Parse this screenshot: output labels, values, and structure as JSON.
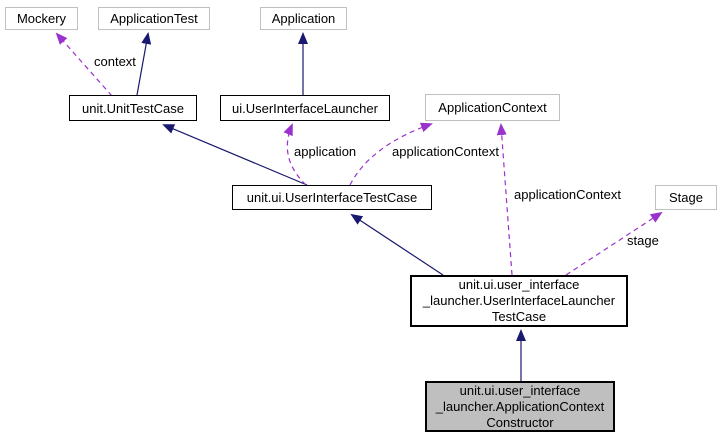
{
  "diagram": {
    "type": "collaboration-graph",
    "nodes": {
      "mockery": {
        "label": "Mockery"
      },
      "application_test": {
        "label": "ApplicationTest"
      },
      "application": {
        "label": "Application"
      },
      "unit_test_case": {
        "label": "unit.UnitTestCase"
      },
      "ui_launcher": {
        "label": "ui.UserInterfaceLauncher"
      },
      "application_context": {
        "label": "ApplicationContext"
      },
      "stage": {
        "label": "Stage"
      },
      "ui_test_case": {
        "label": "unit.ui.UserInterfaceTestCase"
      },
      "launcher_test_case": {
        "label": "unit.ui.user_interface\n_launcher.UserInterfaceLauncher\nTestCase"
      },
      "app_context_constructor": {
        "label": "unit.ui.user_interface\n_launcher.ApplicationContext\nConstructor"
      }
    },
    "edge_labels": {
      "context": "context",
      "application": "application",
      "application_context_1": "applicationContext",
      "application_context_2": "applicationContext",
      "stage": "stage"
    },
    "colors": {
      "inheritance-edge": "#191970",
      "usage-edge": "#9a32cd",
      "external-node-border": "#c0c0c0",
      "internal-node-border": "#000000",
      "highlight-node-fill": "#bfbfbf",
      "node-fill": "#ffffff",
      "text": "#000000"
    }
  }
}
